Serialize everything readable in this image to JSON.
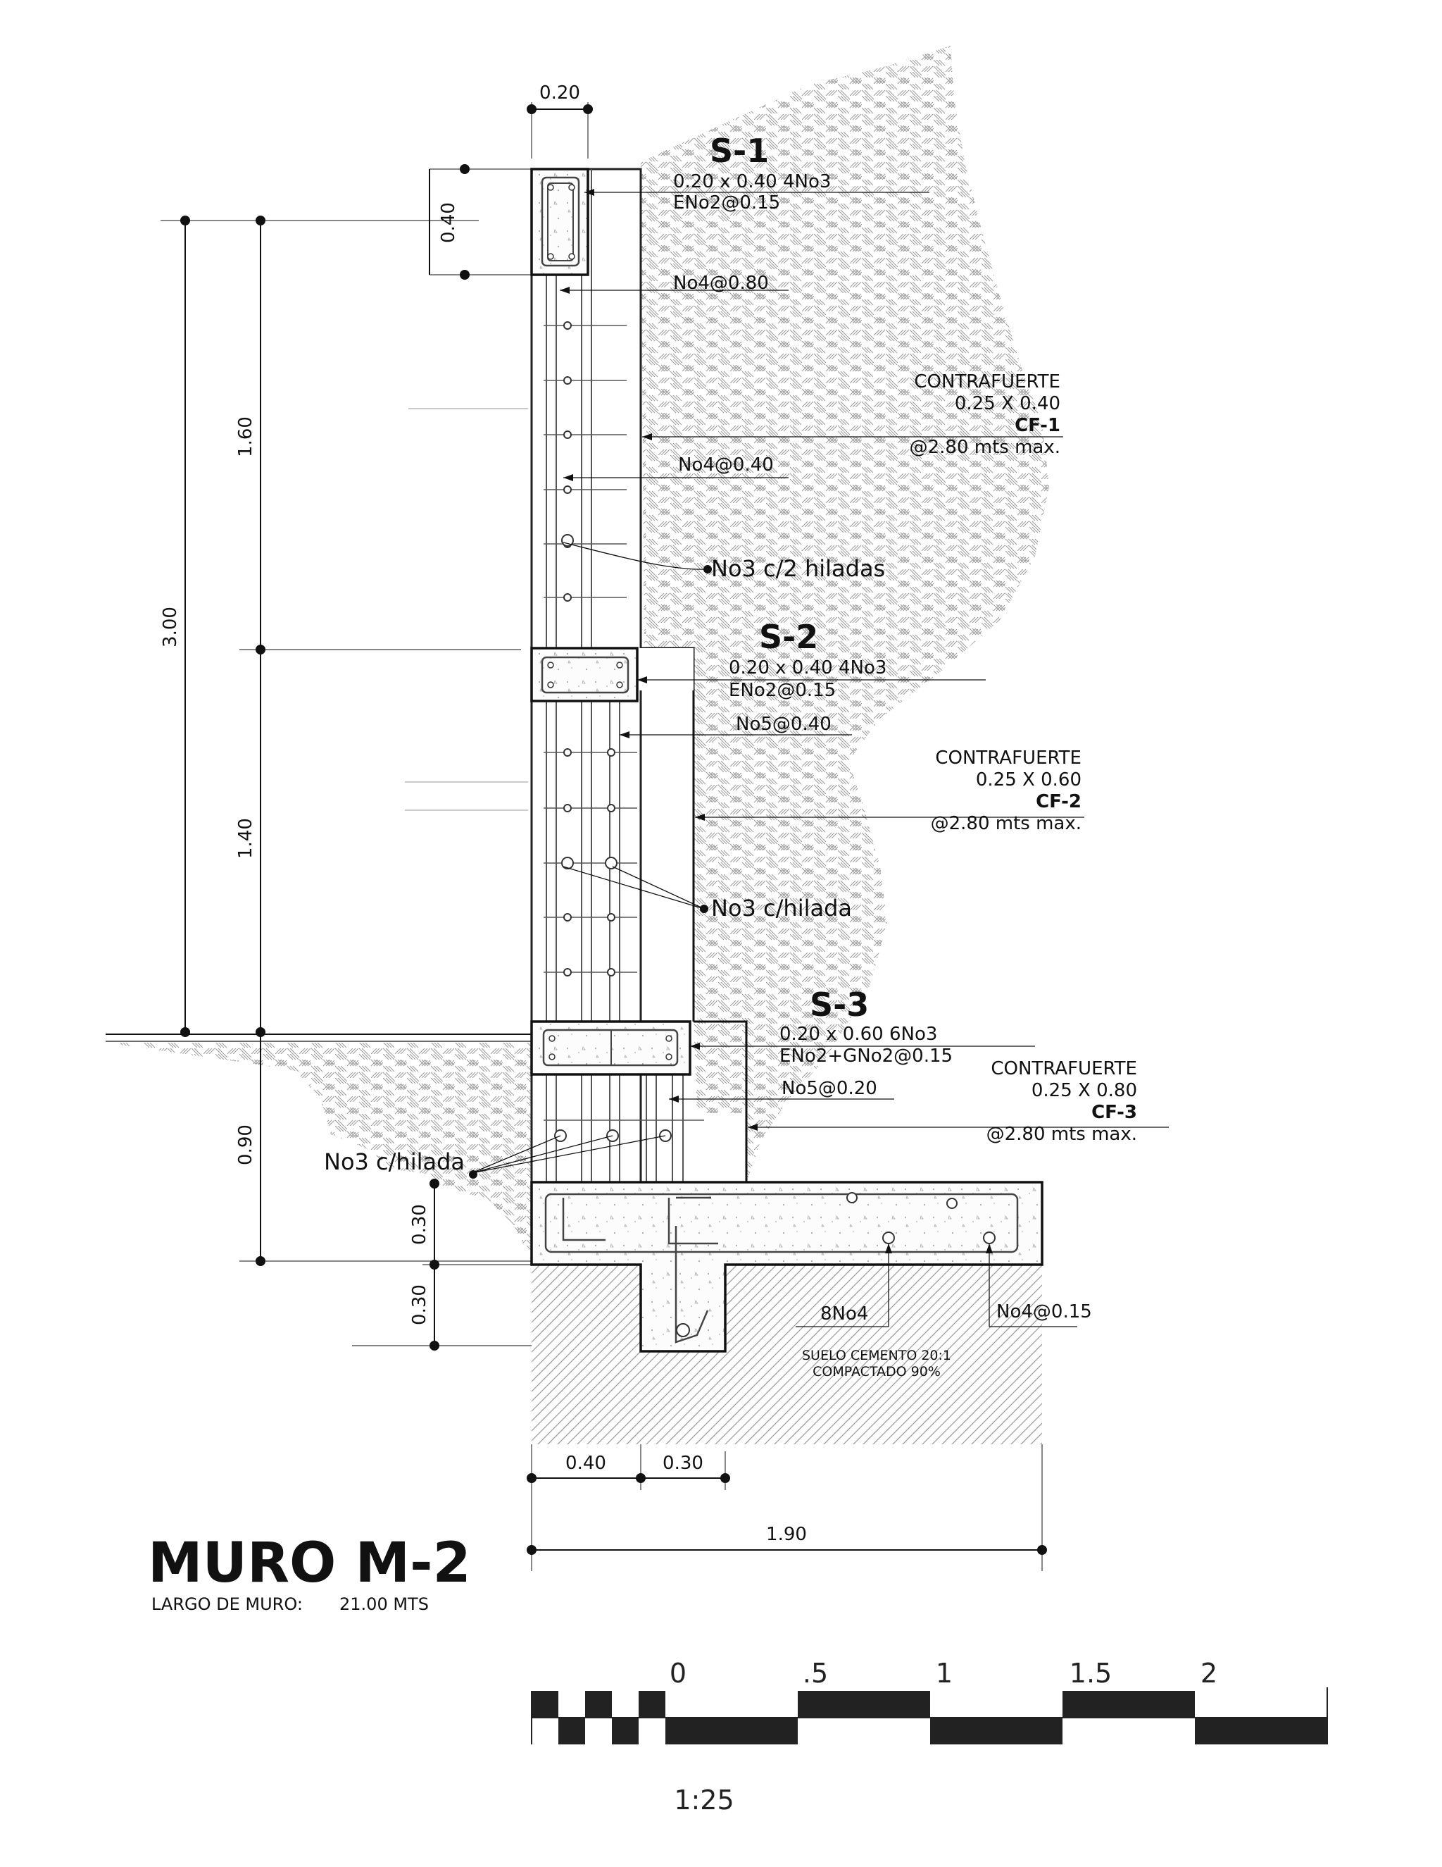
{
  "title": "MURO M-2",
  "subtitle_label": "LARGO DE MURO:",
  "subtitle_value": "21.00 MTS",
  "dimensions": {
    "top_width": "0.20",
    "beam_height": "0.40",
    "total_height": "3.00",
    "upper_height": "1.60",
    "middle_height": "1.40",
    "buried_height": "0.90",
    "footing_thickness": "0.30",
    "key_depth": "0.30",
    "toe_width": "0.40",
    "key_width": "0.30",
    "footing_width": "1.90"
  },
  "sections": [
    {
      "name": "S-1",
      "size": "0.20 x 0.40 4No3",
      "stirrups": "ENo2@0.15"
    },
    {
      "name": "S-2",
      "size": "0.20 x 0.40 4No3",
      "stirrups": "ENo2@0.15"
    },
    {
      "name": "S-3",
      "size": "0.20 x 0.60 6No3",
      "stirrups": "ENo2+GNo2@0.15"
    }
  ],
  "buttresses": [
    {
      "label": "CONTRAFUERTE",
      "size": "0.25 X 0.40",
      "name": "CF-1",
      "spacing": "@2.80 mts max."
    },
    {
      "label": "CONTRAFUERTE",
      "size": "0.25 X 0.60",
      "name": "CF-2",
      "spacing": "@2.80 mts max."
    },
    {
      "label": "CONTRAFUERTE",
      "size": "0.25 X 0.80",
      "name": "CF-3",
      "spacing": "@2.80 mts max."
    }
  ],
  "rebar_labels": {
    "no4_080": "No4@0.80",
    "no4_040": "No4@0.40",
    "no3_c2": "No3 c/2 hiladas",
    "no5_040": "No5@0.40",
    "no3_c1_mid": "No3 c/hilada",
    "no5_020": "No5@0.20",
    "no3_c1_low": "No3 c/hilada",
    "no8_4": "8No4",
    "no4_015": "No4@0.15"
  },
  "soil": {
    "line1": "SUELO CEMENTO 20:1",
    "line2": "COMPACTADO 90%"
  },
  "scale": {
    "ticks": [
      "0",
      ".5",
      "1",
      "1.5",
      "2"
    ],
    "ratio": "1:25"
  }
}
